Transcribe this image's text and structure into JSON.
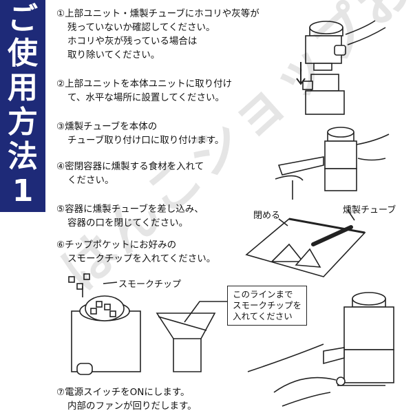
{
  "banner": {
    "chars": [
      "ご",
      "使",
      "用",
      "方",
      "法",
      "1"
    ]
  },
  "steps": [
    {
      "num": "①",
      "lines": [
        "上部ユニット・燻製チューブにホコリや灰等が",
        "残っていないか確認してください。",
        "ホコリや灰が残っている場合は",
        "取り除いてください。"
      ]
    },
    {
      "num": "②",
      "lines": [
        "上部ユニットを本体ユニットに取り付け",
        "て、水平な場所に設置してください。"
      ]
    },
    {
      "num": "③",
      "lines": [
        "燻製チューブを本体の",
        "チューブ取り付け口に取り付けます。"
      ]
    },
    {
      "num": "④",
      "lines": [
        "密閉容器に燻製する食材を入れて",
        "ください。"
      ]
    },
    {
      "num": "⑤",
      "lines": [
        "容器に燻製チューブを差し込み、",
        "容器の口を閉じてください。"
      ]
    },
    {
      "num": "⑥",
      "lines": [
        "チップポケットにお好みの",
        "スモークチップを入れてください。"
      ]
    },
    {
      "num": "⑦",
      "lines": [
        "電源スイッチをONにします。",
        "内部のファンが回りだします。"
      ]
    }
  ],
  "labels": {
    "close": "閉める",
    "smoke_tube": "燻製チューブ",
    "smoke_chip": "スモークチップ"
  },
  "callout": {
    "lines": [
      "このラインまで",
      "スモークチップを",
      "入れてください"
    ]
  },
  "watermark": "はんこショップおとべ",
  "colors": {
    "banner": "#1e2a78",
    "line": "#222222"
  }
}
